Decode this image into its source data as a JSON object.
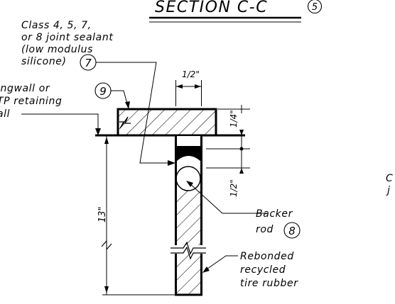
{
  "title": {
    "text": "SECTION C-C",
    "ref_number": "5"
  },
  "notes": {
    "sealant_lines": [
      "Class 4, 5, 7,",
      "or 8 joint sealant",
      "(low modulus",
      "silicone)"
    ],
    "sealant_callout": "7",
    "wall_lines": [
      "ingwall or",
      "TP retaining",
      "all"
    ],
    "wall_callout": "9",
    "backer_lines": [
      "Backer",
      "rod"
    ],
    "backer_callout": "8",
    "rubber_lines": [
      "Rebonded",
      "recycled",
      "tire rubber"
    ],
    "right_edge_lines": [
      "C",
      "j"
    ]
  },
  "dimensions": {
    "joint_width": "1/2\"",
    "recess_depth": "1/4\"",
    "sealant_depth": "1/2\"",
    "height": "13\""
  }
}
